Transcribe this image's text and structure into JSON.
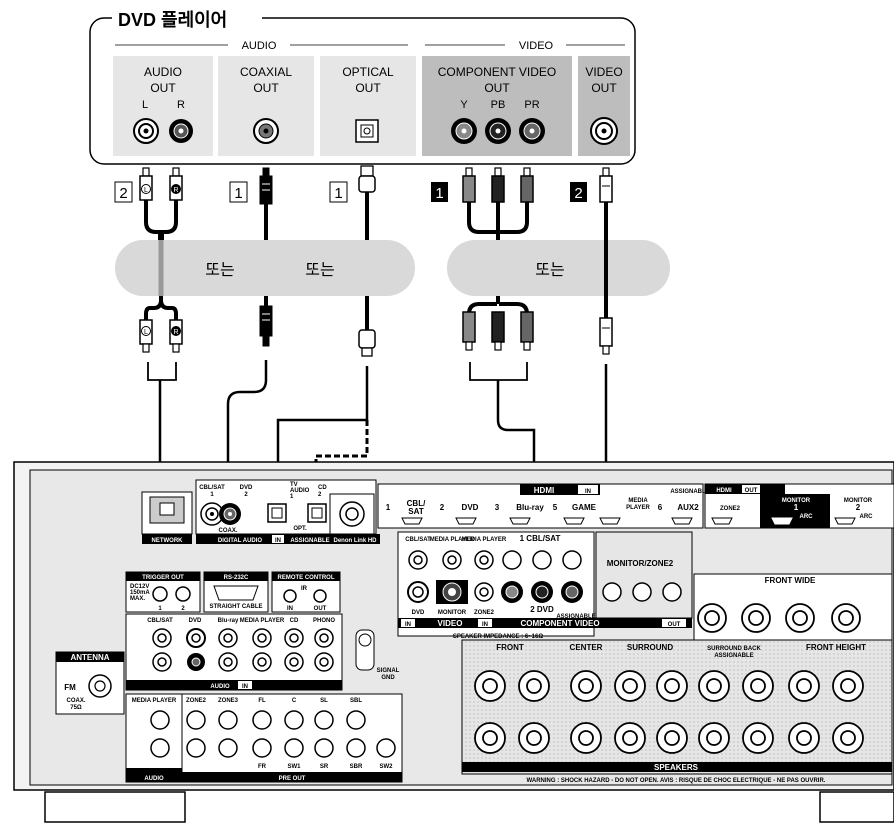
{
  "dvd": {
    "title": "DVD 플레이어",
    "audio_group": "AUDIO",
    "video_group": "VIDEO",
    "audio_out": [
      "AUDIO",
      "OUT"
    ],
    "audio_lr": [
      "L",
      "R"
    ],
    "coaxial": [
      "COAXIAL",
      "OUT"
    ],
    "optical": [
      "OPTICAL",
      "OUT"
    ],
    "component": [
      "COMPONENT VIDEO",
      "OUT"
    ],
    "component_ch": [
      "Y",
      "PB",
      "PR"
    ],
    "video_out": [
      "VIDEO",
      "OUT"
    ]
  },
  "cables": {
    "n2a": "2",
    "n1a": "1",
    "n1b": "1",
    "n1c": "1",
    "n2b": "2",
    "or1": "또는",
    "or2": "또는",
    "or3": "또는",
    "plug_l": "L",
    "plug_r": "R"
  },
  "receiver": {
    "network": "NETWORK",
    "digital_audio": "DIGITAL AUDIO",
    "in": "IN",
    "out": "OUT",
    "assignable": "ASSIGNABLE",
    "denon_link": "Denon Link HD",
    "dig_cblsat": [
      "CBL/SAT",
      "1"
    ],
    "dig_dvd": [
      "DVD",
      "2"
    ],
    "dig_coax": "COAX.",
    "dig_tv": [
      "TV",
      "AUDIO",
      "1"
    ],
    "dig_cd": [
      "CD",
      "2"
    ],
    "dig_opt": "OPT.",
    "trigger_out": "TRIGGER OUT",
    "trigger_spec": [
      "DC12V",
      "150mA",
      "MAX."
    ],
    "trigger_nums": [
      "1",
      "2"
    ],
    "rs232c": "RS-232C",
    "straight_cable": "STRAIGHT CABLE",
    "remote_control": "REMOTE CONTROL",
    "ir": "IR",
    "audio_in_cols": [
      "CBL/SAT",
      "DVD",
      "Blu-ray",
      "MEDIA PLAYER",
      "CD",
      "PHONO"
    ],
    "audio": "AUDIO",
    "antenna": "ANTENNA",
    "fm": "FM",
    "coax75": [
      "COAX.",
      "75Ω"
    ],
    "signal_gnd": [
      "SIGNAL",
      "GND"
    ],
    "preout_media": "MEDIA PLAYER",
    "preout_cols": [
      "ZONE2",
      "ZONE3",
      "FL",
      "C",
      "SL",
      "SBL"
    ],
    "preout_bottom": [
      "FR",
      "SW1",
      "SR",
      "SBR",
      "SW2"
    ],
    "pre_out": "PRE OUT",
    "hdmi": "HDMI",
    "hdmi_in_labels": [
      "1",
      "CBL/\nSAT",
      "2",
      "DVD",
      "3",
      "Blu-ray",
      "5",
      "GAME"
    ],
    "media_player6": [
      "MEDIA",
      "PLAYER",
      "6"
    ],
    "aux2": "AUX2",
    "hdmi_out": "HDMI",
    "zone2": "ZONE2",
    "monitor1": [
      "MONITOR",
      "1",
      "ARC"
    ],
    "monitor2": [
      "MONITOR",
      "2",
      "ARC"
    ],
    "comp_top": [
      "CBL/SAT",
      "MEDIA PLAYER",
      "MEDIA PLAYER",
      "1 CBL/SAT"
    ],
    "comp_dvd": "DVD",
    "comp_monitor": "MONITOR",
    "comp_zone2": "ZONE2",
    "video": "VIDEO",
    "component": "COMPONENT VIDEO",
    "comp_2dvd": "2 DVD",
    "comp_assignable": "ASSIGNABLE",
    "monitor_zone2": "MONITOR/ZONE2",
    "speaker_impedance": "SPEAKER IMPEDANCE : 6~16Ω",
    "front_wide": "FRONT WIDE",
    "front": "FRONT",
    "center": "CENTER",
    "surround": "SURROUND",
    "surround_back": [
      "SURROUND BACK",
      "ASSIGNABLE"
    ],
    "front_height": "FRONT HEIGHT",
    "speakers": "SPEAKERS",
    "warning": "WARNING : SHOCK HAZARD - DO NOT OPEN.  AVIS : RISQUE DE CHOC ELECTRIQUE - NE PAS OUVRIR."
  }
}
